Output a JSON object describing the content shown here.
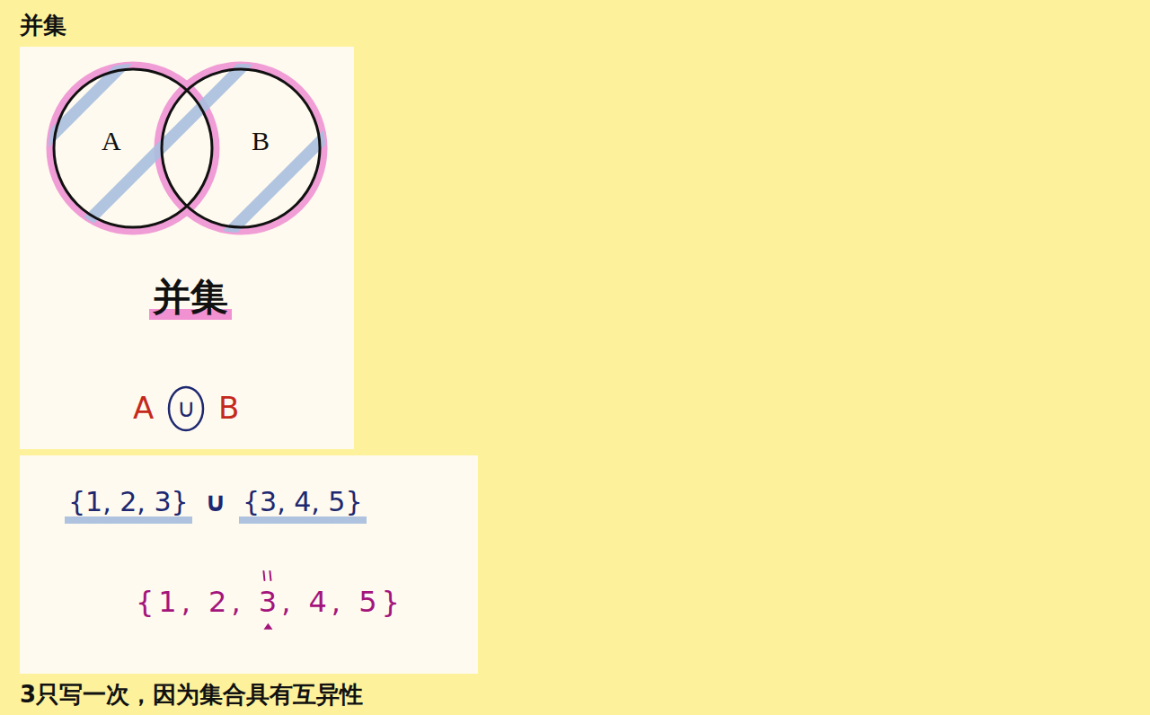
{
  "diagram": {
    "title": "并集",
    "nodes": [
      {
        "text": [
          "A"
        ]
      },
      {
        "text": [
          "B"
        ]
      }
    ],
    "labels": [
      "并集",
      "A",
      "∪",
      "B",
      "{1, 2, 3}",
      "∪",
      "{3, 4, 5}",
      "{1, 2, 3, 4, 5}"
    ],
    "caption": "3只写一次，因为集合具有互异性"
  }
}
